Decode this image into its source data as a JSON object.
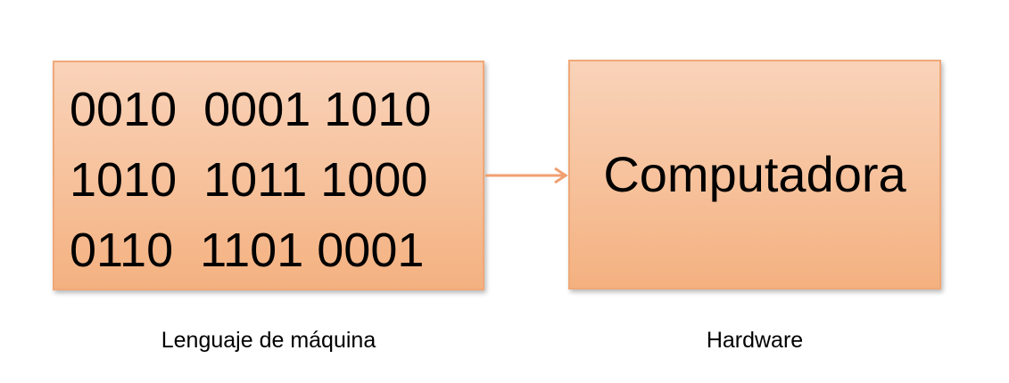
{
  "diagram": {
    "source_box": {
      "lines": [
        "0010  0001 1010",
        "1010  1011 1000",
        "0110  1101 0001"
      ],
      "caption": "Lenguaje de máquina"
    },
    "target_box": {
      "text": "Computadora",
      "caption": "Hardware"
    },
    "colors": {
      "box_fill": "#f7c4a0",
      "box_border": "#f0a878",
      "arrow": "#f0a070"
    }
  }
}
